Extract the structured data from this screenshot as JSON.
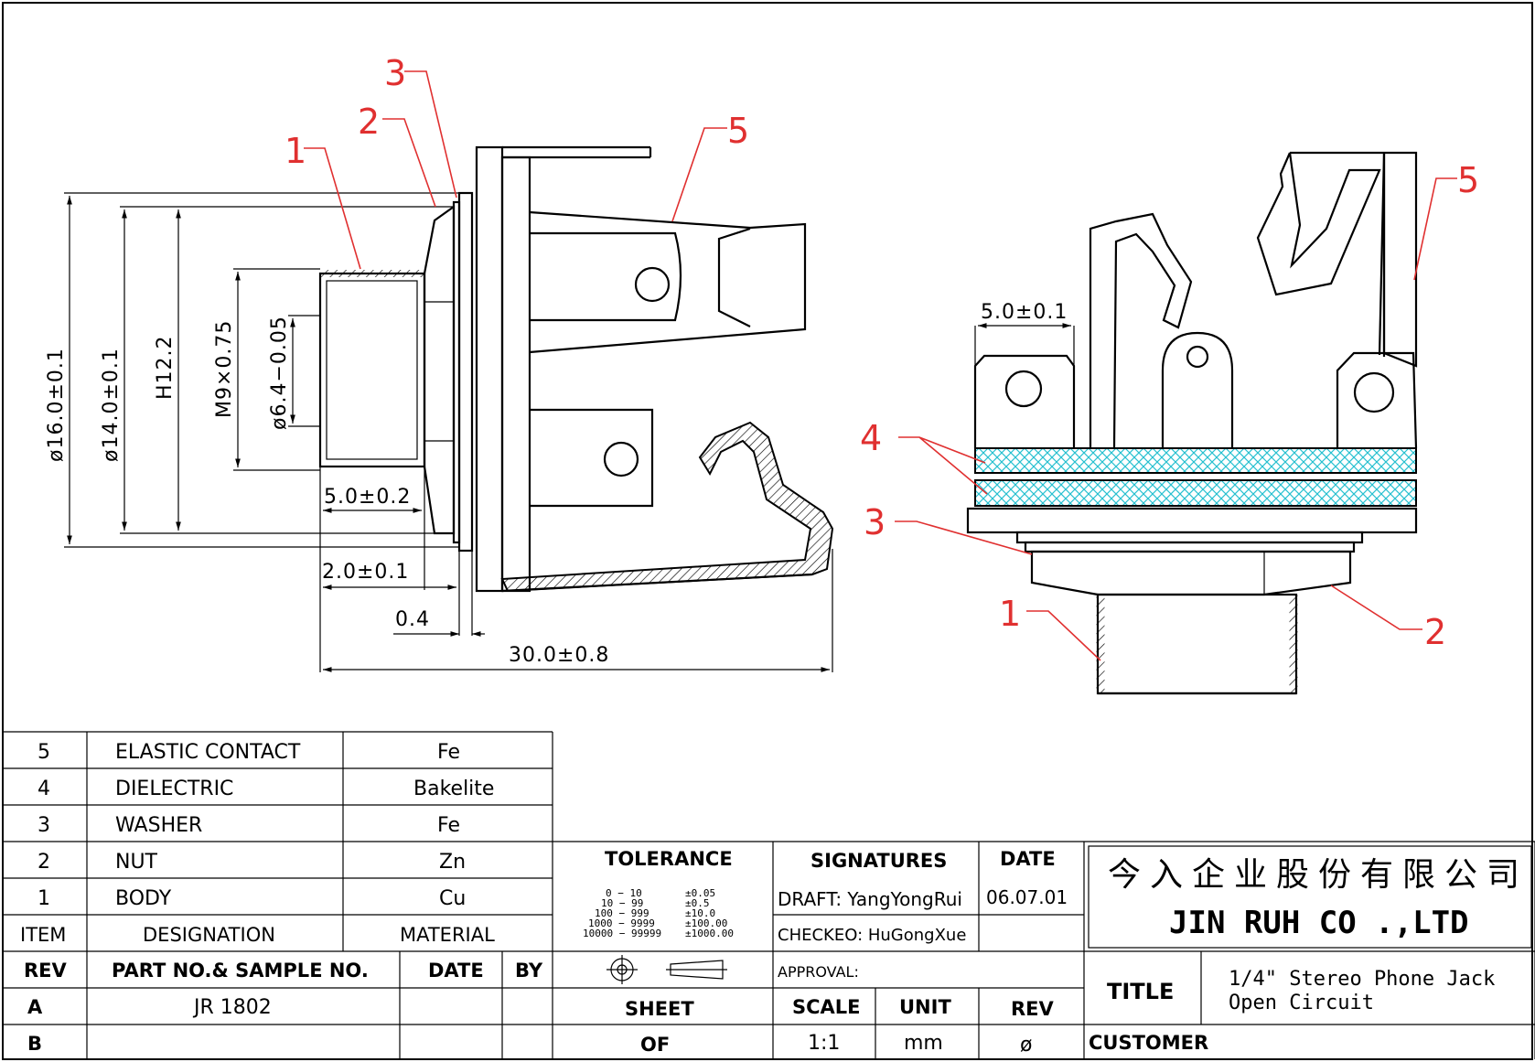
{
  "drawing": {
    "dimensions_side": {
      "d16": "ø16.0±0.1",
      "d14": "ø14.0±0.1",
      "h": "H12.2",
      "m9": "M9×0.75",
      "d64": "ø6.4−0.05",
      "thread_len": "5.0±0.2",
      "flange": "2.0±0.1",
      "washer": "0.4",
      "overall": "30.0±0.8"
    },
    "dimensions_front": {
      "pitch": "5.0±0.1"
    },
    "callouts_side": [
      "1",
      "2",
      "3",
      "5"
    ],
    "callouts_front": [
      "4",
      "3",
      "1",
      "5",
      "2"
    ]
  },
  "bom": {
    "rows": [
      {
        "item": "5",
        "designation": "ELASTIC  CONTACT",
        "material": "Fe"
      },
      {
        "item": "4",
        "designation": "DIELECTRIC",
        "material": "Bakelite"
      },
      {
        "item": "3",
        "designation": "WASHER",
        "material": "Fe"
      },
      {
        "item": "2",
        "designation": "NUT",
        "material": "Zn"
      },
      {
        "item": "1",
        "designation": "BODY",
        "material": "Cu"
      }
    ],
    "header": {
      "item": "ITEM",
      "designation": "DESIGNATION",
      "material": "MATERIAL"
    }
  },
  "revisions": {
    "header": {
      "rev": "REV",
      "part": "PART NO.& SAMPLE NO.",
      "date": "DATE",
      "by": "BY"
    },
    "rows": [
      {
        "rev": "A",
        "part": "JR  1802",
        "date": "",
        "by": ""
      },
      {
        "rev": "B",
        "part": "",
        "date": "",
        "by": ""
      }
    ]
  },
  "tolerance": {
    "title": "TOLERANCE",
    "ranges": [
      "0  −  10",
      "10  −  99",
      "100  −  999",
      "1000  −  9999",
      "10000  −  99999"
    ],
    "values": [
      "±0.05",
      "±0.5",
      "±10.0",
      "±100.00",
      "±1000.00"
    ]
  },
  "signatures": {
    "title": "SIGNATURES",
    "date_title": "DATE",
    "draft": "DRAFT: YangYongRui",
    "draft_date": "06.07.01",
    "checked": "CHECKEO: HuGongXue",
    "approval": "APPROVAL:"
  },
  "sheet": {
    "sheet": "SHEET",
    "of": "OF",
    "scale_label": "SCALE",
    "scale": "1:1",
    "unit_label": "UNIT",
    "unit": "mm",
    "rev_label": "REV",
    "rev": "ø"
  },
  "company": {
    "cn": "今入企业股份有限公司",
    "en": "JIN  RUH  CO .,LTD"
  },
  "title_block": {
    "title_label": "TITLE",
    "title_line1": "1/4\"  Stereo  Phone  Jack",
    "title_line2": "Open  Circuit",
    "customer_label": "CUSTOMER",
    "customer": ""
  }
}
